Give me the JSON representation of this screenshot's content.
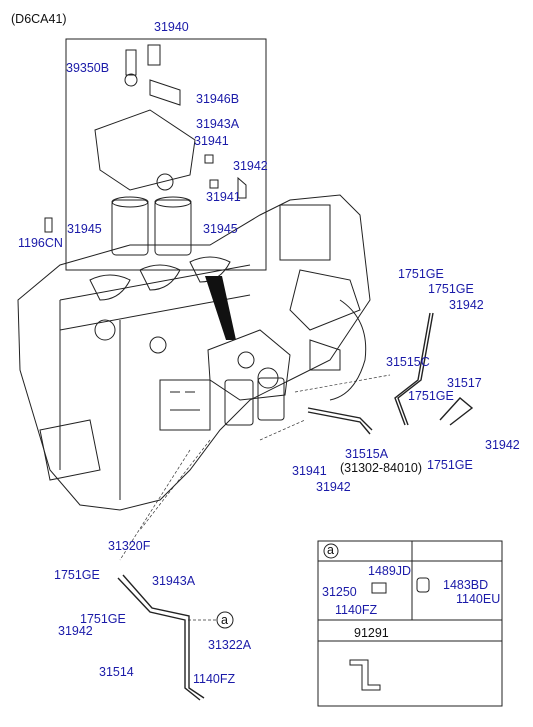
{
  "model_code": "(D6CA41)",
  "inset_group": "31940",
  "labels": {
    "l39350B": "39350B",
    "l31946B": "31946B",
    "l31943A_top": "31943A",
    "l31941_top_a": "31941",
    "l31942_top": "31942",
    "l31941_top_b": "31941",
    "l31945_left": "31945",
    "l31945_right": "31945",
    "l1196CN": "1196CN",
    "l1751GE_r1": "1751GE",
    "l1751GE_r2": "1751GE",
    "l31942_r1": "31942",
    "l31515C": "31515C",
    "l31517": "31517",
    "l1751GE_r3": "1751GE",
    "l31942_r2": "31942",
    "l1751GE_r4": "1751GE",
    "l31515A": "31515A",
    "l31302": "(31302-84010)",
    "l31941_mid": "31941",
    "l31942_mid": "31942",
    "l31320F": "31320F",
    "l1751GE_b1": "1751GE",
    "l31943A_b": "31943A",
    "l1751GE_b2": "1751GE",
    "l31942_b": "31942",
    "l31322A": "31322A",
    "l31514": "31514",
    "l1140FZ_b": "1140FZ",
    "callout_a": "a"
  },
  "table": {
    "header_symbol": "a",
    "cell1": {
      "l31250": "31250",
      "l1489JD": "1489JD",
      "l1140FZ": "1140FZ"
    },
    "cell2": {
      "l1483BD": "1483BD",
      "l1140EU": "1140EU"
    },
    "cell3": {
      "l91291": "91291"
    }
  },
  "colors": {
    "label_blue": "#1a1aa8",
    "line": "#222222"
  }
}
